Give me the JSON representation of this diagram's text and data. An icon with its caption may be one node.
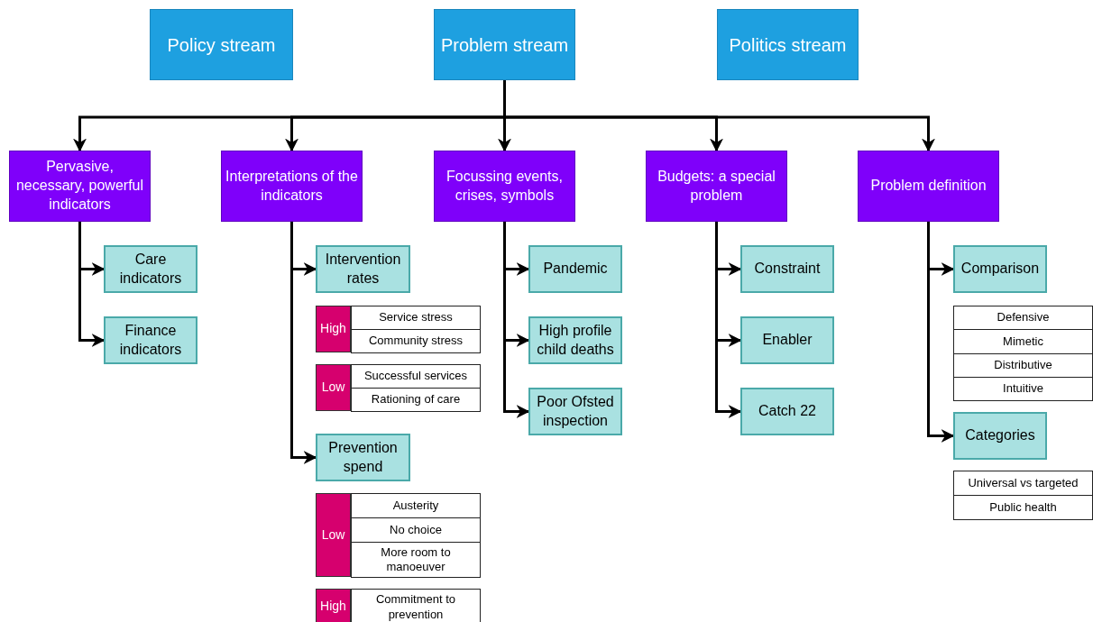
{
  "diagram": {
    "nodes": [
      {
        "text": [
          "Policy stream"
        ]
      },
      {
        "text": [
          "Problem stream"
        ]
      },
      {
        "text": [
          "Politics stream"
        ]
      },
      {
        "text": [
          "Pervasive, necessary, powerful indicators"
        ]
      },
      {
        "text": [
          "Interpretations of the indicators"
        ]
      },
      {
        "text": [
          "Focussing events, crises, symbols"
        ]
      },
      {
        "text": [
          "Budgets: a special problem"
        ]
      },
      {
        "text": [
          "Problem definition"
        ]
      },
      {
        "text": [
          "Care indicators"
        ]
      },
      {
        "text": [
          "Finance indicators"
        ]
      },
      {
        "text": [
          "Intervention rates"
        ]
      },
      {
        "text": [
          "Prevention spend"
        ]
      },
      {
        "text": [
          "Pandemic"
        ]
      },
      {
        "text": [
          "High profile child deaths"
        ]
      },
      {
        "text": [
          "Poor Ofsted inspection"
        ]
      },
      {
        "text": [
          "Constraint"
        ]
      },
      {
        "text": [
          "Enabler"
        ]
      },
      {
        "text": [
          "Catch 22"
        ]
      },
      {
        "text": [
          "Comparison"
        ]
      },
      {
        "text": [
          "Categories"
        ]
      }
    ],
    "edges": [
      {
        "from": 1,
        "to": 3,
        "arrow": "to"
      },
      {
        "from": 1,
        "to": 4,
        "arrow": "to"
      },
      {
        "from": 1,
        "to": 5,
        "arrow": "to"
      },
      {
        "from": 1,
        "to": 6,
        "arrow": "to"
      },
      {
        "from": 1,
        "to": 7,
        "arrow": "to"
      },
      {
        "from": 3,
        "to": 8,
        "arrow": "to"
      },
      {
        "from": 3,
        "to": 9,
        "arrow": "to"
      },
      {
        "from": 4,
        "to": 10,
        "arrow": "to"
      },
      {
        "from": 4,
        "to": 11,
        "arrow": "to"
      },
      {
        "from": 5,
        "to": 12,
        "arrow": "to"
      },
      {
        "from": 5,
        "to": 13,
        "arrow": "to"
      },
      {
        "from": 5,
        "to": 14,
        "arrow": "to"
      },
      {
        "from": 6,
        "to": 15,
        "arrow": "to"
      },
      {
        "from": 6,
        "to": 16,
        "arrow": "to"
      },
      {
        "from": 6,
        "to": 17,
        "arrow": "to"
      },
      {
        "from": 7,
        "to": 18,
        "arrow": "to"
      },
      {
        "from": 7,
        "to": 19,
        "arrow": "to"
      }
    ],
    "labels": [
      "High",
      "Service stress",
      "Community stress",
      "Low",
      "Successful services",
      "Rationing of care",
      "Low",
      "Austerity",
      "No choice",
      "More room to manoeuver",
      "High",
      "Commitment to prevention",
      "Defensive",
      "Mimetic",
      "Distributive",
      "Intuitive",
      "Universal vs targeted",
      "Public health"
    ]
  }
}
